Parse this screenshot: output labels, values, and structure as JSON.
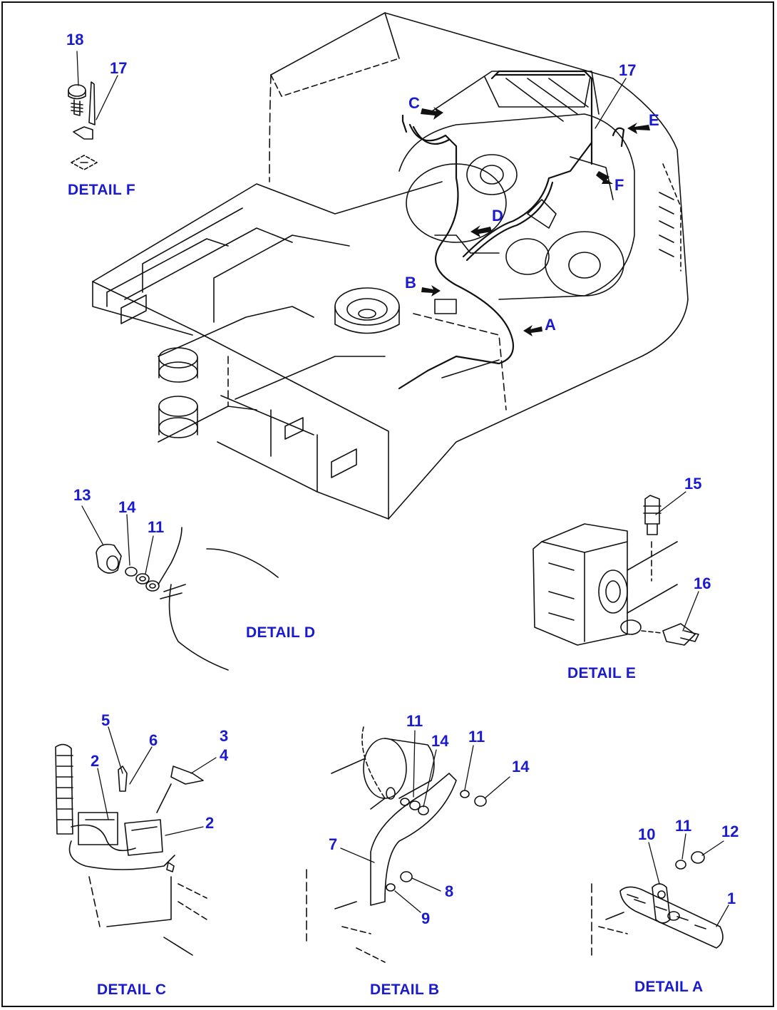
{
  "details": {
    "a": "DETAIL A",
    "b": "DETAIL B",
    "c": "DETAIL C",
    "d": "DETAIL D",
    "e": "DETAIL E",
    "f": "DETAIL F"
  },
  "view_arrows": {
    "a": "A",
    "b": "B",
    "c": "C",
    "d": "D",
    "e": "E",
    "f": "F"
  },
  "callouts": {
    "main_17": "17",
    "f_18": "18",
    "f_17": "17",
    "d_13": "13",
    "d_14": "14",
    "d_11": "11",
    "e_15": "15",
    "e_16": "16",
    "c_5": "5",
    "c_6": "6",
    "c_3": "3",
    "c_4": "4",
    "c_2a": "2",
    "c_2b": "2",
    "b_11a": "11",
    "b_14a": "14",
    "b_11b": "11",
    "b_14b": "14",
    "b_7": "7",
    "b_8": "8",
    "b_9": "9",
    "a_10": "10",
    "a_11": "11",
    "a_12": "12",
    "a_1": "1"
  },
  "colors": {
    "label": "#1a1ad0",
    "line": "#111111"
  }
}
